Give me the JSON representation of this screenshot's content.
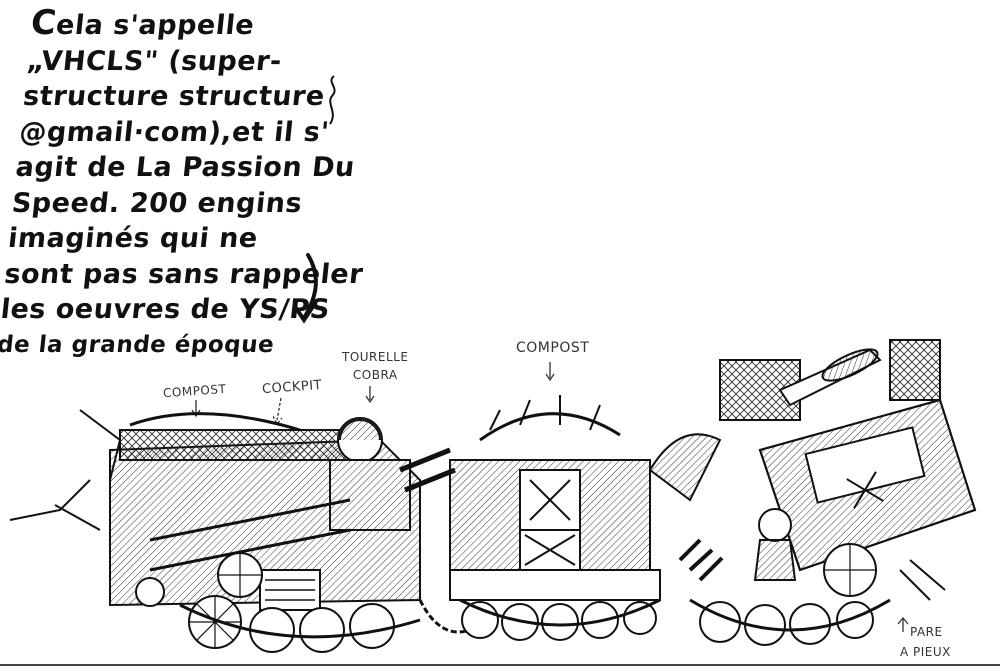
{
  "intro": {
    "drop_cap": "C",
    "lines": [
      "ela s'appelle",
      "„VHCLS\" (super-",
      "structure structure",
      "@gmail·com),et il s'",
      "agit de La Passion Du",
      "Speed. 200 engins",
      "imaginés qui ne",
      "sont pas sans rappeler",
      "les oeuvres de YS/PS",
      "de la grande époque"
    ]
  },
  "labels": {
    "compost_left": "COMPOST",
    "cockpit": "COCKPIT",
    "tourelle_line1": "TOURELLE",
    "tourelle_line2": "COBRA",
    "compost_center": "COMPOST",
    "pare_line1": "PARE",
    "pare_line2": "A PIEUX"
  },
  "colors": {
    "ink": "#111111",
    "paper": "#ffffff"
  }
}
